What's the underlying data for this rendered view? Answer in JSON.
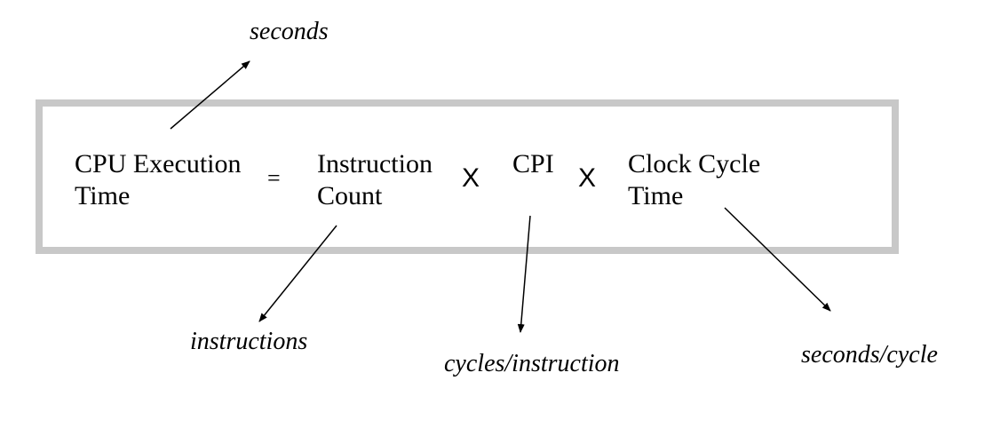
{
  "equation": {
    "lhs": {
      "line1": "CPU Execution",
      "line2": "Time"
    },
    "equals": "=",
    "term1": {
      "line1": "Instruction",
      "line2": "Count"
    },
    "times1": "X",
    "term2": {
      "line1": "CPI"
    },
    "times2": "X",
    "term3": {
      "line1": "Clock Cycle",
      "line2": "Time"
    }
  },
  "units": {
    "execution_time": "seconds",
    "instruction_count": "instructions",
    "cpi": "cycles/instruction",
    "cycle_time": "seconds/cycle"
  },
  "colors": {
    "frame": "#c8c8c8",
    "text": "#000000",
    "arrow": "#000000"
  }
}
